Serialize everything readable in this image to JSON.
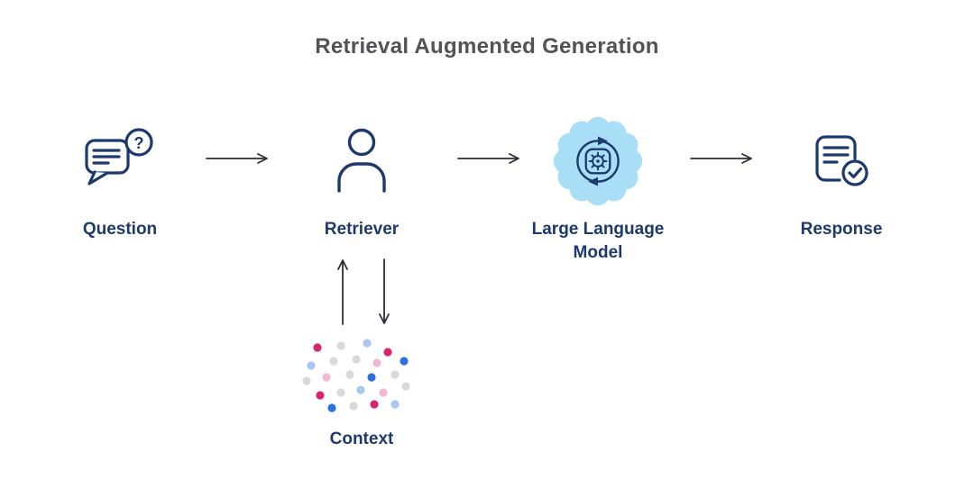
{
  "title": "Retrieval Augmented Generation",
  "nodes": [
    {
      "id": "question",
      "label": "Question",
      "icon": "question-bubble-icon"
    },
    {
      "id": "retriever",
      "label": "Retriever",
      "icon": "person-icon"
    },
    {
      "id": "llm",
      "label": "Large Language Model",
      "icon": "llm-starburst-icon"
    },
    {
      "id": "response",
      "label": "Response",
      "icon": "document-check-icon"
    }
  ],
  "context": {
    "label": "Context",
    "icon": "context-dots-icon"
  },
  "edges": [
    {
      "from": "Question",
      "to": "Retriever"
    },
    {
      "from": "Retriever",
      "to": "Large Language Model"
    },
    {
      "from": "Large Language Model",
      "to": "Response"
    },
    {
      "from": "Retriever",
      "to": "Context",
      "bidirectional": true
    }
  ],
  "icons": {
    "question_mark": "?"
  },
  "colors": {
    "title": "#525257",
    "label": "#1c3a6d",
    "icon": "#1c3a6d",
    "arrow": "#2e2e36",
    "llm-bg": "#a9def7",
    "dot-magenta": "#d6246e",
    "dot-blue": "#2e6fe0",
    "dot-lightblue": "#aac7f2",
    "dot-pink": "#f2b7d3",
    "dot-gray": "#d9d9d9"
  }
}
